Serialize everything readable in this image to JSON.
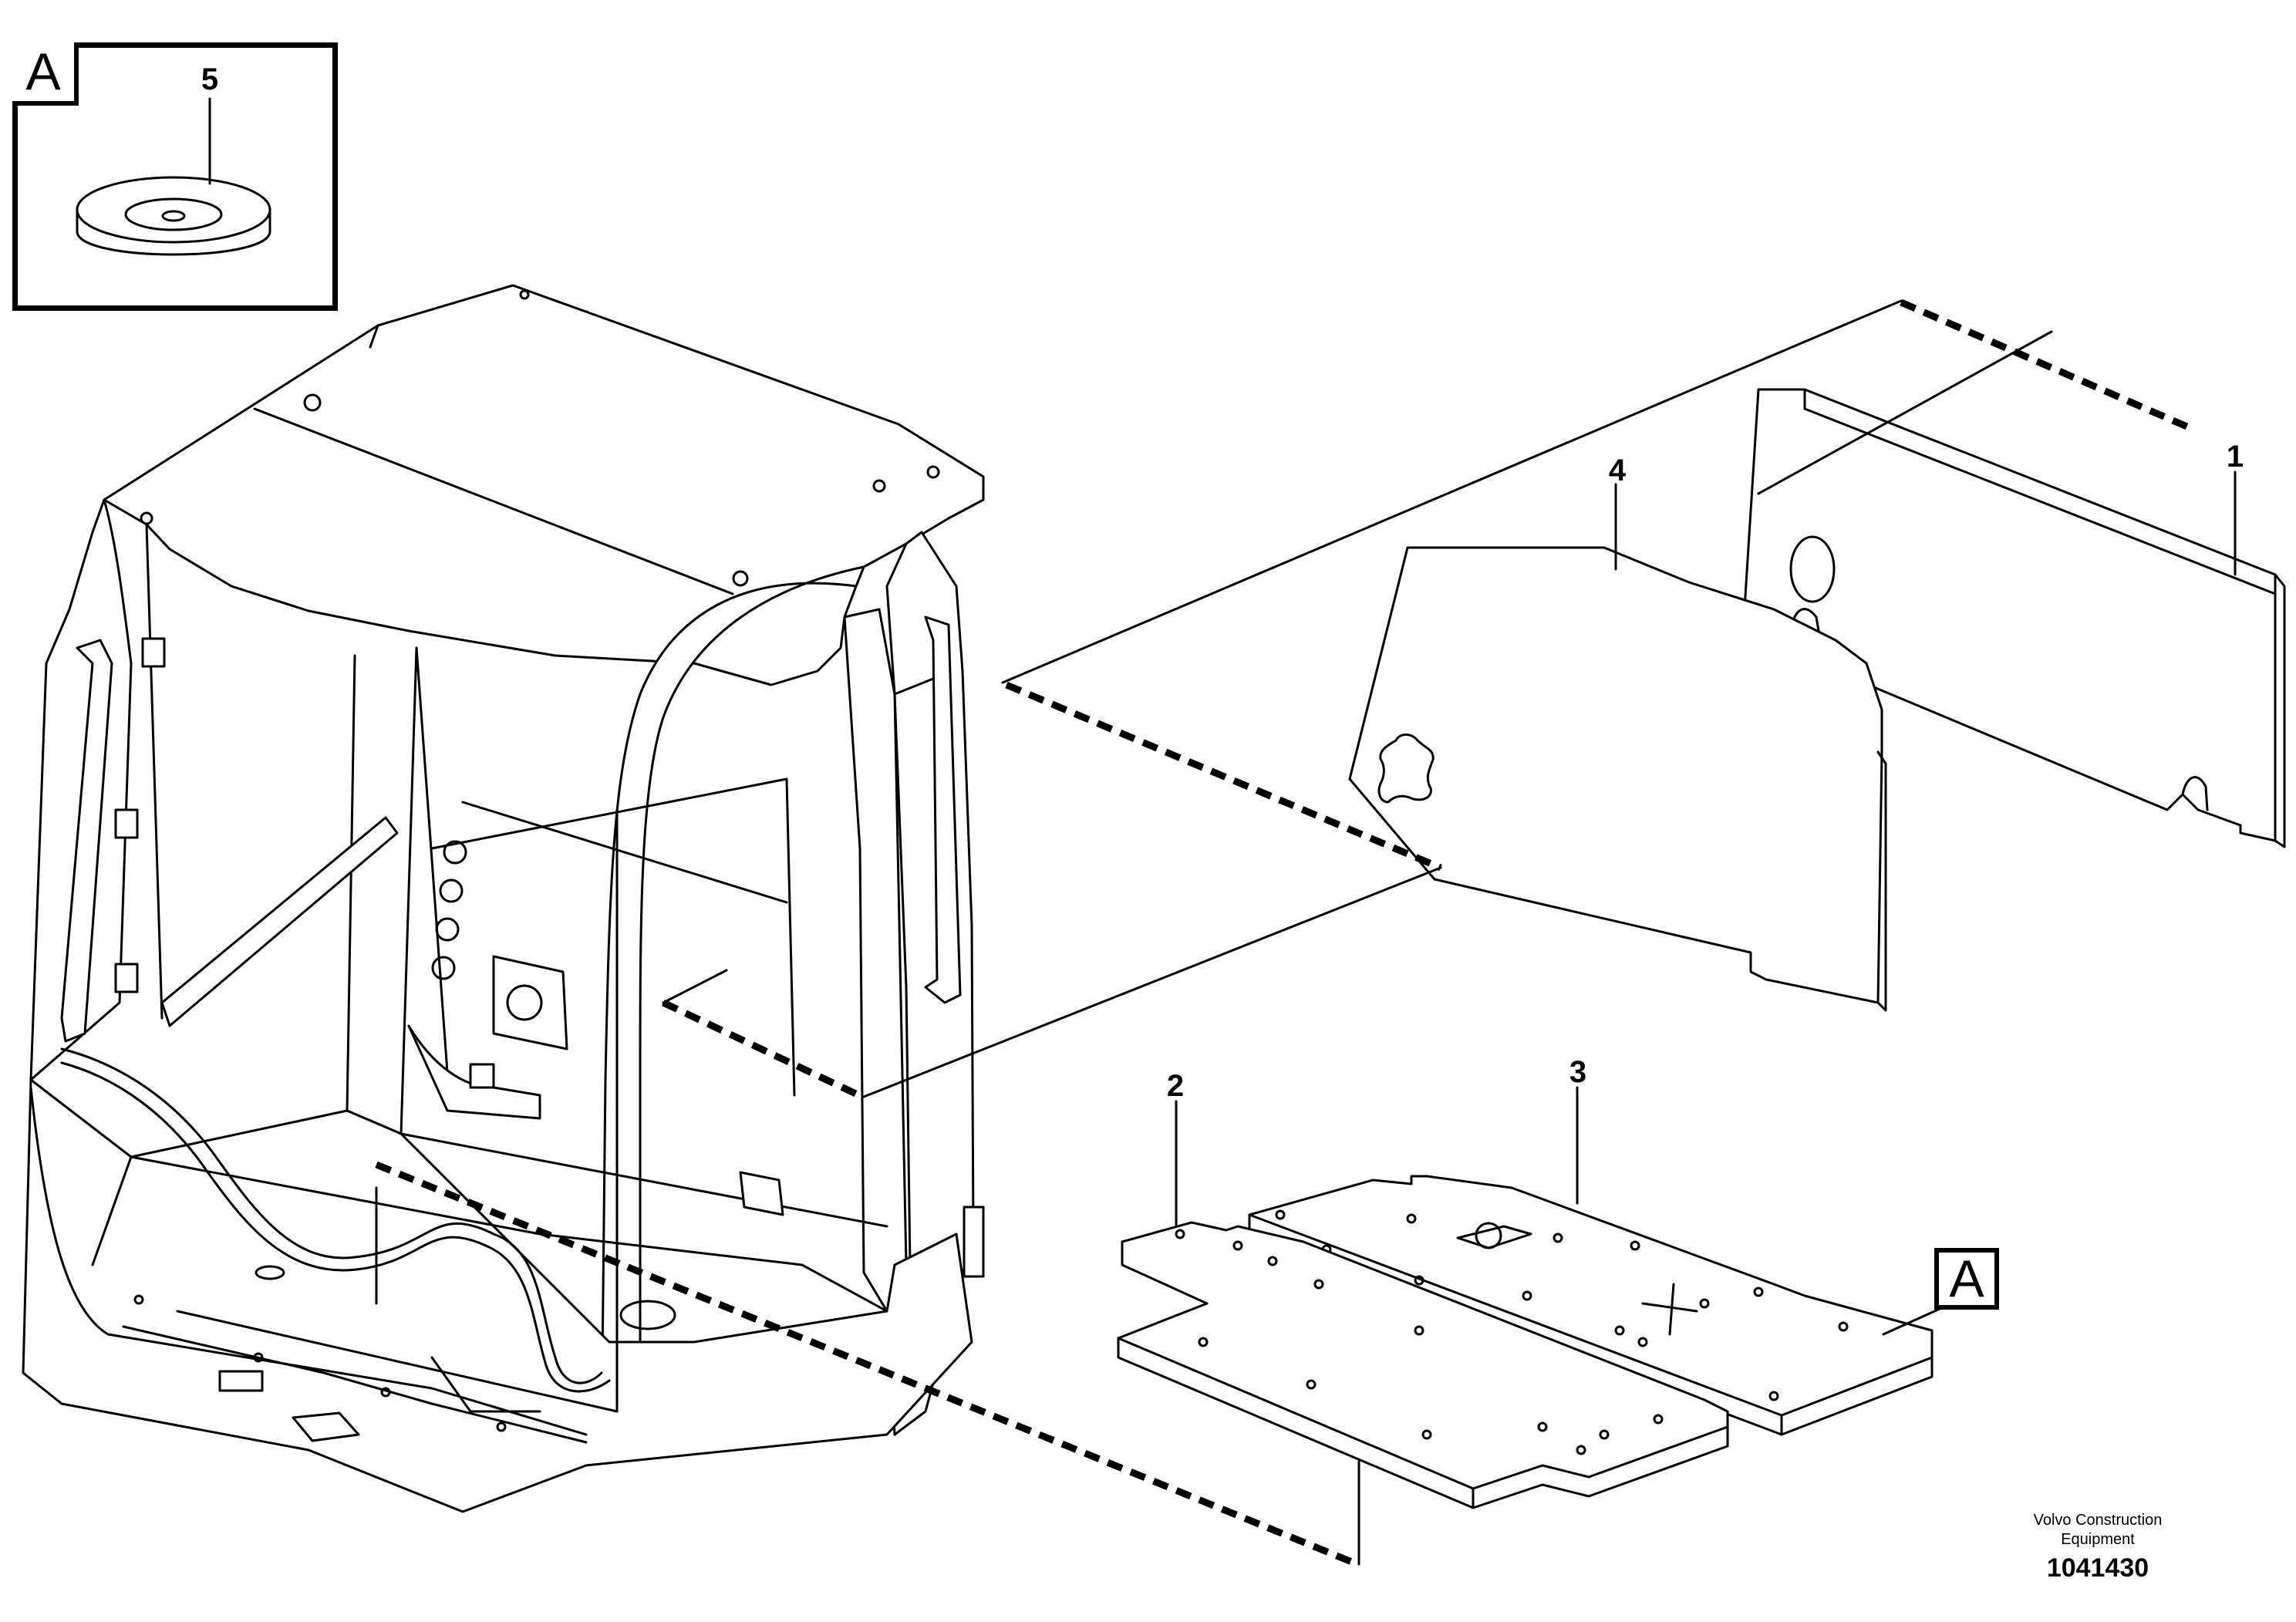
{
  "inset": {
    "ref_letter": "A",
    "part_number": "5",
    "part_name": "washer-part-5"
  },
  "callouts": {
    "part_1": "1",
    "part_2": "2",
    "part_3": "3",
    "part_4": "4",
    "ref_letter_main": "A"
  },
  "credit": {
    "line1": "Volvo Construction",
    "line2": "Equipment",
    "drawing_number": "1041430"
  },
  "colors": {
    "line": "#000000",
    "background": "#ffffff"
  }
}
